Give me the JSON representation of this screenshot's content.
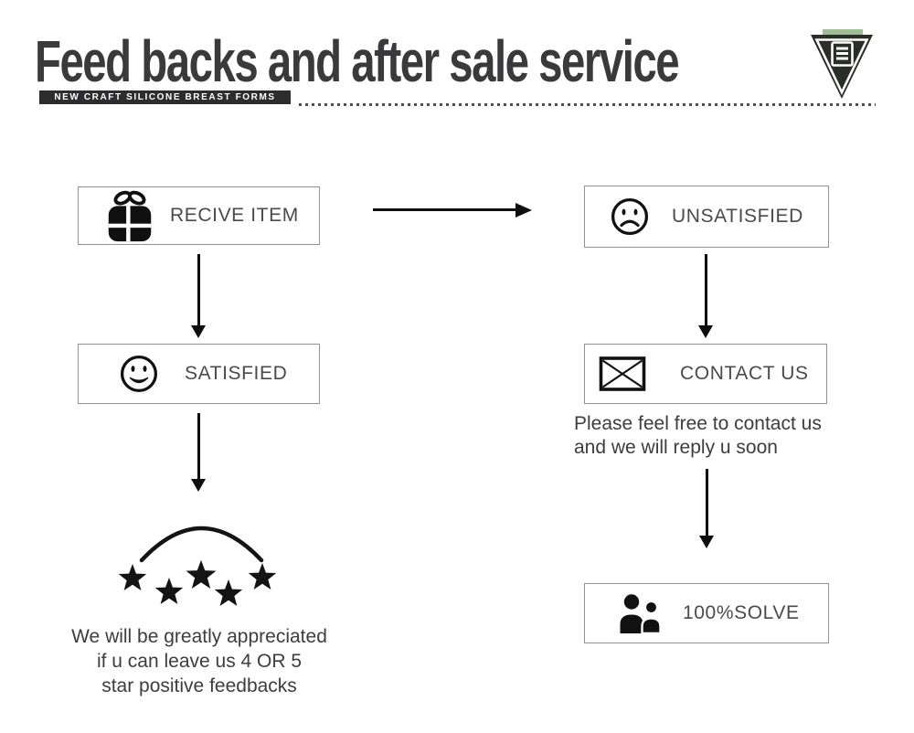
{
  "header": {
    "title": "Feed backs and after sale service",
    "tagline": "NEW CRAFT SILICONE BREAST FORMS",
    "logo_icon": "inverted-triangle-document-badge",
    "colors": {
      "title": "#3a3a3c",
      "tagline_bg": "#2d2d2f",
      "logo_green": "#9dbe91",
      "logo_dark": "#2b2d29"
    }
  },
  "flow": {
    "receive": {
      "label": "RECIVE ITEM",
      "icon": "gift-icon"
    },
    "satisfied": {
      "label": "SATISFIED",
      "icon": "happy-face-icon"
    },
    "unsatisfied": {
      "label": "UNSATISFIED",
      "icon": "sad-face-icon"
    },
    "contact": {
      "label": "CONTACT US",
      "icon": "envelope-icon"
    },
    "solve": {
      "label": "100%SOLVE",
      "icon": "people-icon"
    },
    "rating": {
      "stars": 5,
      "icon": "five-stars-arc-icon"
    },
    "feedback_note": [
      "We will be greatly appreciated",
      "if u can leave us 4 OR 5",
      "star positive feedbacks"
    ],
    "contact_note": [
      "Please feel free to contact us",
      "and we will reply u soon"
    ]
  }
}
